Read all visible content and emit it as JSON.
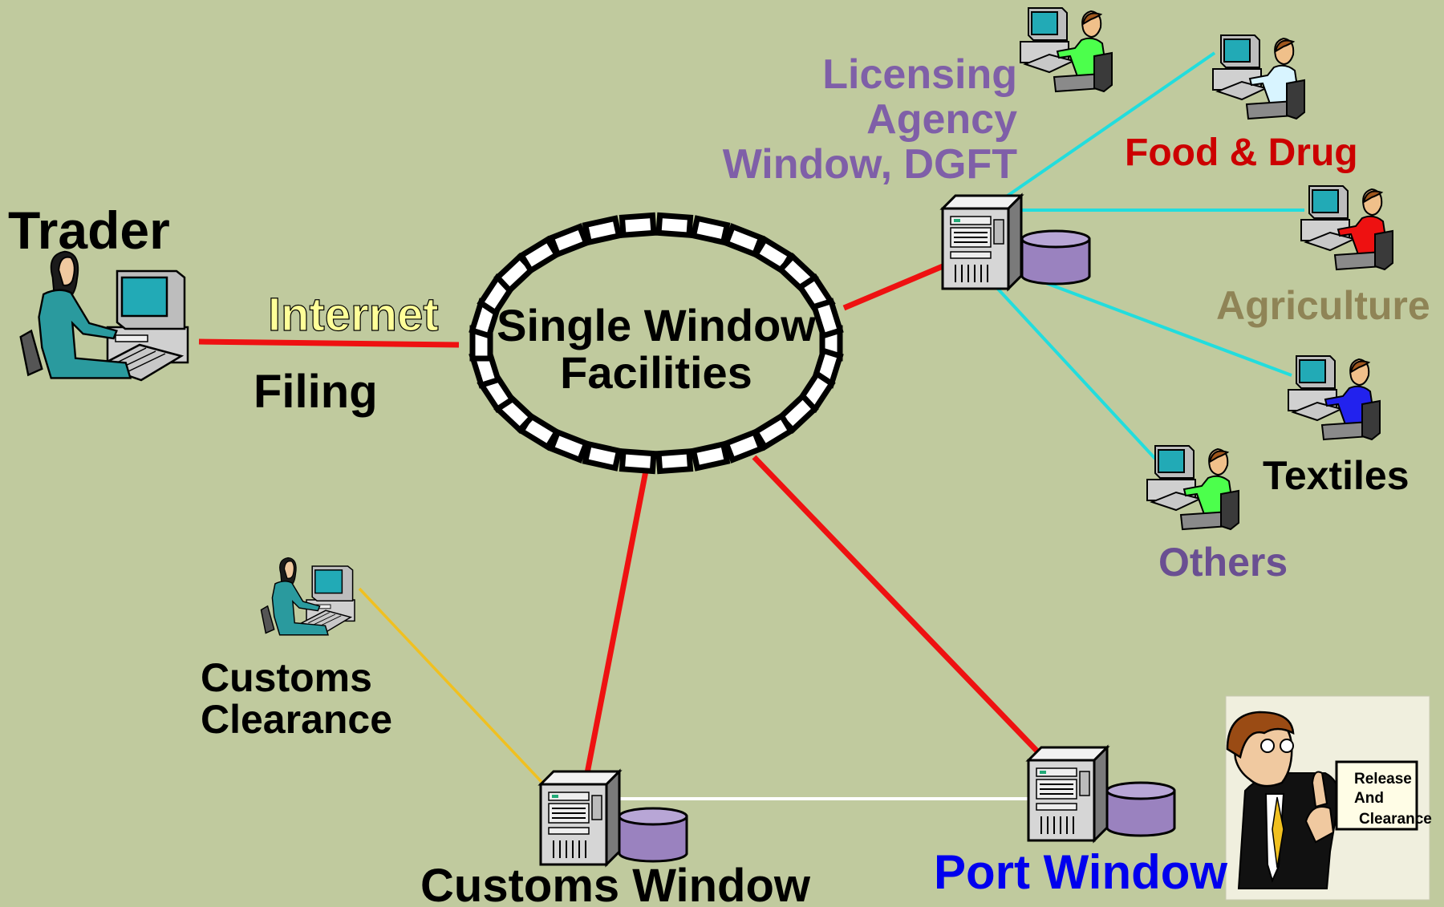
{
  "diagram": {
    "background_color": "#c0ca9e",
    "hub": {
      "title_line1": "Single Window",
      "title_line2": "Facilities"
    },
    "labels": {
      "trader": "Trader",
      "internet": "Internet",
      "filing": "Filing",
      "licensing_line1": "Licensing",
      "licensing_line2": "Agency",
      "licensing_line3": "Window, DGFT",
      "food_drug": "Food & Drug",
      "agriculture": "Agriculture",
      "textiles": "Textiles",
      "others": "Others",
      "customs_clearance_line1": "Customs",
      "customs_clearance_line2": "Clearance",
      "customs_window": "Customs Window",
      "port_window": "Port Window",
      "release_line1": "Release",
      "release_line2": "And",
      "release_line3": "Clearance"
    },
    "colors": {
      "link_primary": "#ee1111",
      "link_agency": "#22dddd",
      "link_customs_officer": "#f0c020",
      "link_port": "#ffffff",
      "label_internet": "#ffff99",
      "label_licensing": "#7f5fa8",
      "label_food_drug": "#cc0000",
      "label_agriculture": "#8f8456",
      "label_others": "#6a4f92",
      "label_port_window": "#0000ee",
      "database": "#9a82bf"
    },
    "icons": [
      "woman-at-computer-icon",
      "man-at-computer-icon",
      "server-icon",
      "database-icon",
      "presenter-icon"
    ]
  }
}
